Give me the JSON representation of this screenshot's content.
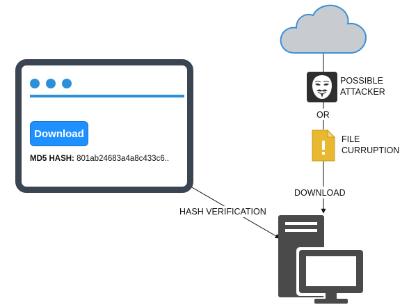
{
  "browser": {
    "download_button": "Download",
    "hash_label": "MD5 HASH:",
    "hash_value": "801ab24683a4a8c433c6.."
  },
  "labels": {
    "possible_attacker_line1": "POSSIBLE",
    "possible_attacker_line2": "ATTACKER",
    "or": "OR",
    "file_corruption_line1": "FILE",
    "file_corruption_line2": "CURRUPTION",
    "download": "DOWNLOAD",
    "hash_verification": "HASH VERIFICATION"
  },
  "icons": {
    "cloud": "cloud-icon",
    "attacker": "anonymous-mask-icon",
    "file_warning": "file-warning-icon",
    "computer": "desktop-computer-icon"
  },
  "colors": {
    "accent": "#2c8fd9",
    "button": "#1e90ff",
    "frame": "#3b4552",
    "cloud": "#c8ccd1",
    "file": "#e8b830",
    "computer": "#4a4a4a"
  }
}
